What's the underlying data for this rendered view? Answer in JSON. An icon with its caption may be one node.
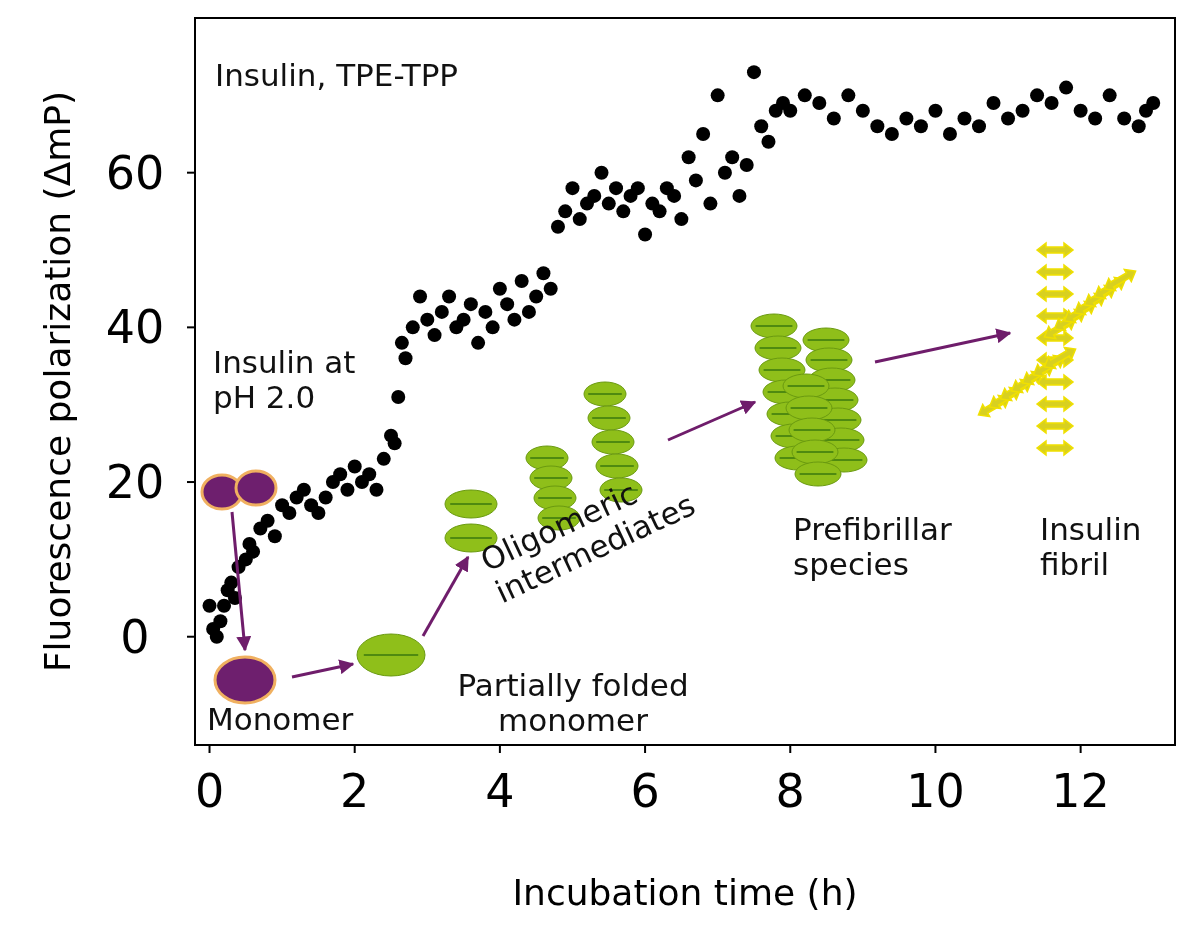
{
  "diagram": {
    "nodes": [
      {
        "text": [],
        "shape": "picture",
        "beside": [
          "Insulin at pH 2.0"
        ]
      },
      {
        "text": [],
        "shape": "circle",
        "beside": [
          "Monomer"
        ]
      },
      {
        "text": [],
        "shape": "picture",
        "beside": [
          "Partially folded monomer"
        ]
      },
      {
        "text": [],
        "shape": "picture"
      },
      {
        "text": [],
        "shape": "picture",
        "beside": [
          "Oligomeric intermediates"
        ]
      },
      {
        "text": [],
        "shape": "picture",
        "beside": [
          "Prefibrillar species"
        ]
      },
      {
        "text": [],
        "shape": "picture",
        "beside": [
          "Insulin fibril"
        ]
      }
    ],
    "edges": [
      {
        "from": 0,
        "to": 1,
        "arrow": "to"
      },
      {
        "from": 1,
        "to": 2,
        "arrow": "to"
      },
      {
        "from": 2,
        "to": 3,
        "arrow": "to"
      },
      {
        "from": 4,
        "to": 5,
        "arrow": "to"
      },
      {
        "from": 5,
        "to": 6,
        "arrow": "to"
      }
    ],
    "labels": [
      "Insulin, TPE-TPP"
    ],
    "chart_data": {
      "type": "scatter",
      "xlabel": "Incubation time (h)",
      "ylabel": "Fluorescence polarization (ΔmP)",
      "xlim": [
        -0.2,
        13.3
      ],
      "ylim": [
        -14,
        80
      ],
      "xticks": [
        0,
        2,
        4,
        6,
        8,
        10,
        12
      ],
      "yticks": [
        0,
        20,
        40,
        60
      ],
      "x": [
        0,
        0.05,
        0.1,
        0.15,
        0.2,
        0.25,
        0.3,
        0.35,
        0.4,
        0.5,
        0.55,
        0.6,
        0.7,
        0.8,
        0.9,
        1.0,
        1.1,
        1.2,
        1.3,
        1.4,
        1.5,
        1.6,
        1.7,
        1.8,
        1.9,
        2.0,
        2.1,
        2.2,
        2.3,
        2.4,
        2.5,
        2.55,
        2.6,
        2.65,
        2.7,
        2.8,
        2.9,
        3.0,
        3.1,
        3.2,
        3.3,
        3.4,
        3.5,
        3.6,
        3.7,
        3.8,
        3.9,
        4.0,
        4.1,
        4.2,
        4.3,
        4.4,
        4.5,
        4.6,
        4.7,
        4.8,
        4.9,
        5.0,
        5.1,
        5.2,
        5.3,
        5.4,
        5.5,
        5.6,
        5.7,
        5.8,
        5.9,
        6.0,
        6.1,
        6.2,
        6.3,
        6.4,
        6.5,
        6.6,
        6.7,
        6.8,
        6.9,
        7.0,
        7.1,
        7.2,
        7.3,
        7.4,
        7.5,
        7.6,
        7.7,
        7.8,
        7.9,
        8.0,
        8.2,
        8.4,
        8.6,
        8.8,
        9.0,
        9.2,
        9.4,
        9.6,
        9.8,
        10.0,
        10.2,
        10.4,
        10.6,
        10.8,
        11.0,
        11.2,
        11.4,
        11.6,
        11.8,
        12.0,
        12.2,
        12.4,
        12.6,
        12.8,
        12.9,
        13.0
      ],
      "series": [
        {
          "color": "#000000",
          "values": [
            4,
            1,
            0,
            2,
            4,
            6,
            7,
            5,
            9,
            10,
            12,
            11,
            14,
            15,
            13,
            17,
            16,
            18,
            19,
            17,
            16,
            18,
            20,
            21,
            19,
            22,
            20,
            21,
            19,
            23,
            26,
            25,
            31,
            38,
            36,
            40,
            44,
            41,
            39,
            42,
            44,
            40,
            41,
            43,
            38,
            42,
            40,
            45,
            43,
            41,
            46,
            42,
            44,
            47,
            45,
            53,
            55,
            58,
            54,
            56,
            57,
            60,
            56,
            58,
            55,
            57,
            58,
            52,
            56,
            55,
            58,
            57,
            54,
            62,
            59,
            65,
            56,
            70,
            60,
            62,
            57,
            61,
            73,
            66,
            64,
            68,
            69,
            68,
            70,
            69,
            67,
            70,
            68,
            66,
            65,
            67,
            66,
            68,
            65,
            67,
            66,
            69,
            67,
            68,
            70,
            69,
            71,
            68,
            67,
            70,
            67,
            66,
            68,
            69
          ]
        }
      ]
    }
  }
}
